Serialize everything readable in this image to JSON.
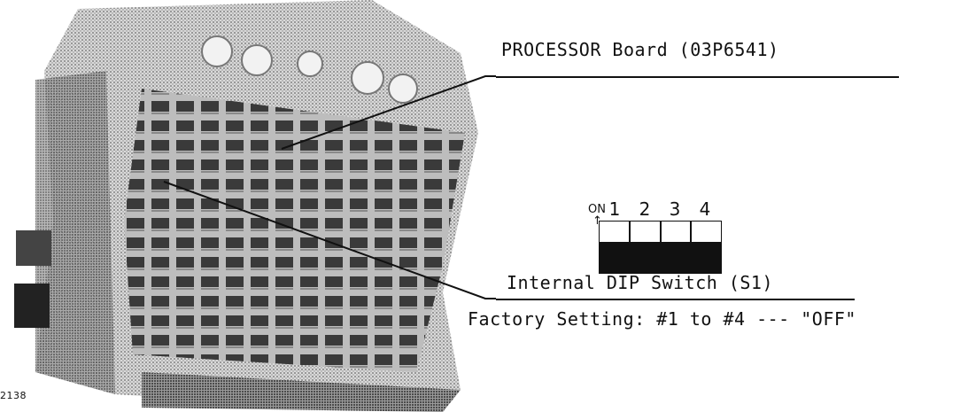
{
  "labels": {
    "processor_board": "PROCESSOR Board (03P6541)",
    "dip_switch": "Internal DIP Switch (S1)",
    "factory_setting": "Factory Setting: #1 to #4 --- \"OFF\"",
    "figure_number": "2138"
  },
  "dip_switch": {
    "on_label": "ON",
    "arrow": "↑",
    "positions": [
      "1",
      "2",
      "3",
      "4"
    ]
  }
}
